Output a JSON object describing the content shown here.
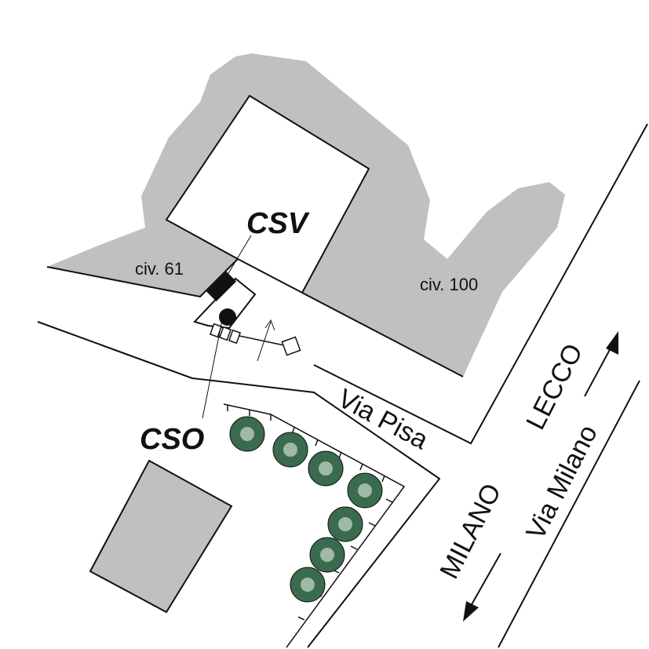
{
  "labels": {
    "csv": "CSV",
    "cso": "CSO",
    "civ61": "civ. 61",
    "civ100": "civ. 100",
    "via_pisa": "Via Pisa",
    "via_milano": "Via Milano",
    "lecco": "LECCO",
    "milano": "MILANO"
  },
  "colors": {
    "building_fill": "#c0c0c0",
    "tree_fill": "#3a6b4f",
    "line": "#111111"
  },
  "icons": [
    "tree-icon",
    "arrow-up-icon",
    "arrow-down-icon"
  ]
}
